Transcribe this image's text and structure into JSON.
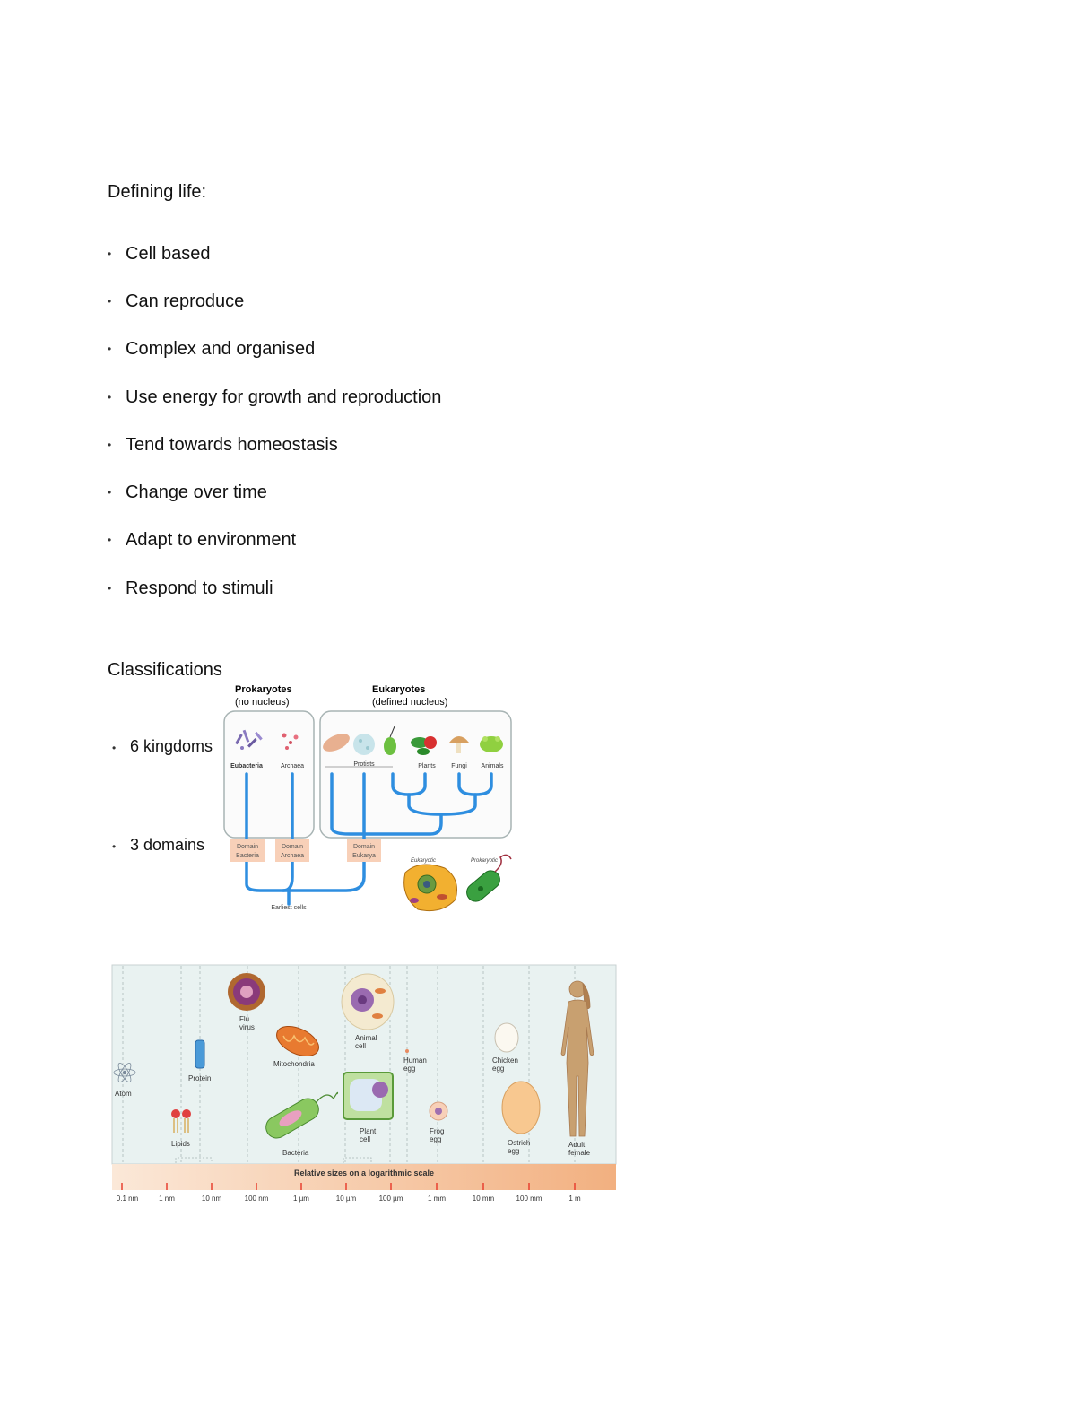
{
  "heading_life": "Defining life:",
  "life_items": [
    "Cell based",
    "Can reproduce",
    "Complex and organised",
    "Use energy for growth and reproduction",
    "Tend towards homeostasis",
    "Change over time",
    "Adapt to environment",
    "Respond to stimuli"
  ],
  "heading_class": "Classifications",
  "class_bullets": [
    "6 kingdoms",
    "3 domains"
  ],
  "tree": {
    "prok_title": "Prokaryotes",
    "prok_sub": "(no nucleus)",
    "euk_title": "Eukaryotes",
    "euk_sub": "(defined nucleus)",
    "groups": [
      "Eubacteria",
      "Archaea",
      "Protists",
      "Plants",
      "Fungi",
      "Animals"
    ],
    "domain_word": "Domain",
    "domains": [
      "Bacteria",
      "Archaea",
      "Eukarya"
    ],
    "root": "Earliest cells",
    "cell_labels": [
      "Eukaryotic",
      "Prokaryotic"
    ]
  },
  "scale": {
    "items": [
      "Flu virus",
      "Animal cell",
      "Mitochondria",
      "Human egg",
      "Chicken egg",
      "Atom",
      "Protein",
      "Lipids",
      "Bacteria",
      "Plant cell",
      "Frog egg",
      "Ostrich egg",
      "Adult female"
    ],
    "band": "Relative sizes on a logarithmic scale",
    "ticks": [
      "0.1 nm",
      "1 nm",
      "10 nm",
      "100 nm",
      "1 µm",
      "10 µm",
      "100 µm",
      "1 mm",
      "10 mm",
      "100 mm",
      "1 m"
    ]
  }
}
